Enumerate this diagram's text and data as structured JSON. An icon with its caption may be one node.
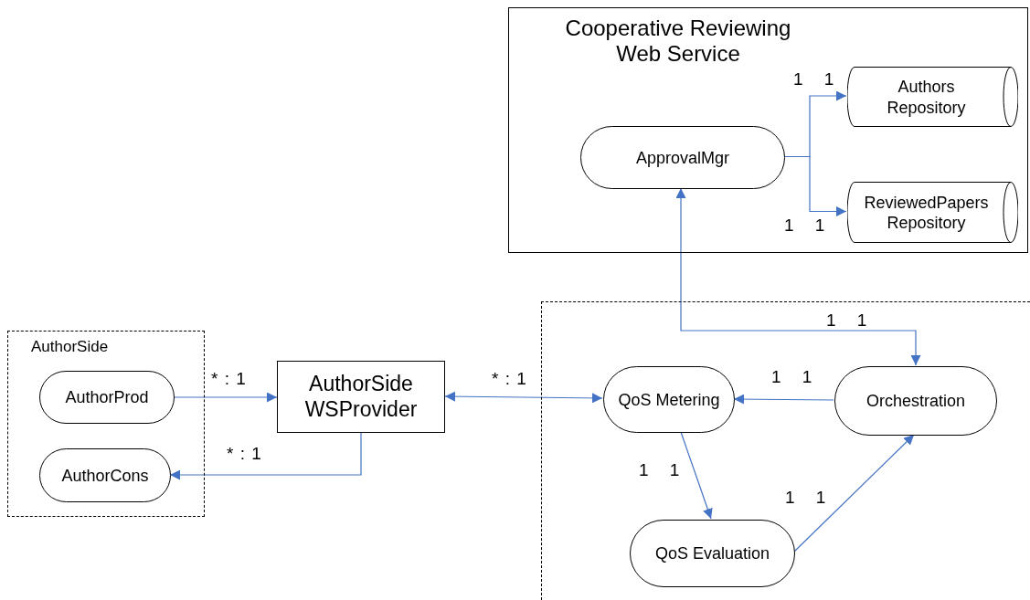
{
  "diagram": {
    "nodes": [
      {
        "text": [
          "Cooperative Reviewing Web Service"
        ]
      },
      {
        "text": [
          "ApprovalMgr"
        ],
        "in": 0
      },
      {
        "text": [
          "Authors Repository"
        ],
        "in": 0
      },
      {
        "text": [
          "ReviewedPapers Repository"
        ],
        "in": 0
      },
      {
        "text": [
          "AuthorSide"
        ]
      },
      {
        "text": [
          "AuthorProd"
        ],
        "in": 4
      },
      {
        "text": [
          "AuthorCons"
        ],
        "in": 4
      },
      {
        "text": [
          "AuthorSide WSProvider"
        ]
      },
      {
        "text": [],
        "shape": "box"
      },
      {
        "text": [
          "QoS Metering"
        ],
        "in": 8
      },
      {
        "text": [
          "Orchestration"
        ],
        "in": 8
      },
      {
        "text": [
          "QoS Evaluation"
        ],
        "in": 8
      }
    ],
    "edges": [
      {
        "from": 1,
        "to": 2,
        "arrow": "to",
        "label": "1 1"
      },
      {
        "from": 1,
        "to": 3,
        "arrow": "to",
        "label": "1 1"
      },
      {
        "from": 1,
        "to": 10,
        "arrow": "both",
        "label": "1 1"
      },
      {
        "from": 5,
        "to": 7,
        "arrow": "to",
        "label": "* : 1"
      },
      {
        "from": 7,
        "to": 6,
        "arrow": "to",
        "label": "* : 1"
      },
      {
        "from": 7,
        "to": 9,
        "arrow": "both",
        "label": "* : 1"
      },
      {
        "from": 10,
        "to": 9,
        "arrow": "to",
        "label": "1 1"
      },
      {
        "from": 9,
        "to": 11,
        "arrow": "to",
        "label": "1 1"
      },
      {
        "from": 11,
        "to": 10,
        "arrow": "to",
        "label": "1 1"
      }
    ]
  }
}
